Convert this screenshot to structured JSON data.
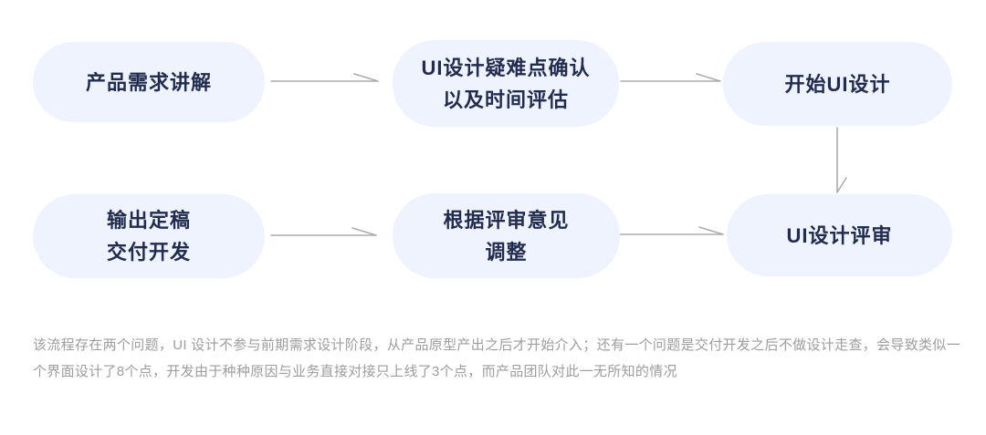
{
  "theme": {
    "background": "#ffffff",
    "node_fill": "#EEF3FE",
    "node_text_color": "#222C4E",
    "arrow_color": "#ACACAC",
    "note_text_color": "#9D9D9D"
  },
  "flowchart": {
    "nodes": [
      {
        "id": "product-requirements",
        "lines": [
          "产品需求讲解"
        ]
      },
      {
        "id": "ui-difficulty-confirm",
        "lines": [
          "UI设计疑难点确认",
          "以及时间评估"
        ]
      },
      {
        "id": "start-ui-design",
        "lines": [
          "开始UI设计"
        ]
      },
      {
        "id": "deliver-to-dev",
        "lines": [
          "输出定稿",
          "交付开发"
        ]
      },
      {
        "id": "adjust-per-review",
        "lines": [
          "根据评审意见",
          "调整"
        ]
      },
      {
        "id": "ui-design-review",
        "lines": [
          "UI设计评审"
        ]
      }
    ],
    "edges": [
      {
        "from": "product-requirements",
        "to": "ui-difficulty-confirm",
        "direction": "right"
      },
      {
        "from": "ui-difficulty-confirm",
        "to": "start-ui-design",
        "direction": "right"
      },
      {
        "from": "start-ui-design",
        "to": "ui-design-review",
        "direction": "down"
      },
      {
        "from": "deliver-to-dev",
        "to": "adjust-per-review",
        "direction": "right"
      },
      {
        "from": "adjust-per-review",
        "to": "ui-design-review",
        "direction": "right"
      }
    ]
  },
  "note": {
    "text": "该流程存在两个问题，UI 设计不参与前期需求设计阶段，从产品原型产出之后才开始介入；还有一个问题是交付开发之后不做设计走查，会导致类似一个界面设计了8个点，开发由于种种原因与业务直接对接只上线了3个点，而产品团队对此一无所知的情况"
  }
}
